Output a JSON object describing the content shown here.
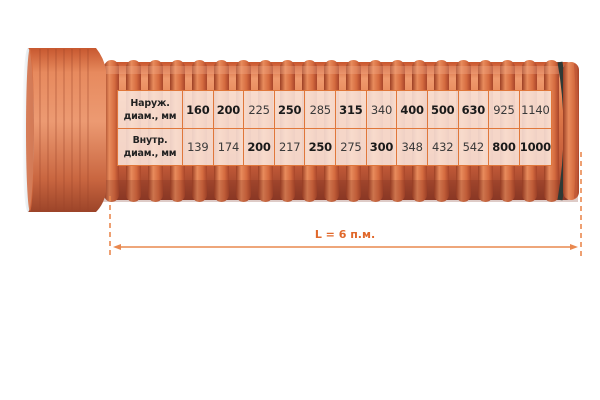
{
  "diagram": {
    "subject": "corrugated-pipe-with-socket",
    "colors": {
      "pipe_orange": "#d9693a",
      "pipe_dark": "#a8452a",
      "pipe_light": "#ee9a70",
      "table_border": "#e0773a",
      "table_fill": "#fae8de",
      "dimension_line": "#e9884f",
      "dimension_text": "#e0682b",
      "seal_ring": "#2f3a36"
    },
    "table": {
      "rows": [
        {
          "label_line1": "Наруж.",
          "label_line2": "диам., мм",
          "values": [
            {
              "v": "160",
              "bold": true
            },
            {
              "v": "200",
              "bold": true
            },
            {
              "v": "225",
              "bold": false
            },
            {
              "v": "250",
              "bold": true
            },
            {
              "v": "285",
              "bold": false
            },
            {
              "v": "315",
              "bold": true
            },
            {
              "v": "340",
              "bold": false
            },
            {
              "v": "400",
              "bold": true
            },
            {
              "v": "500",
              "bold": true
            },
            {
              "v": "630",
              "bold": true
            },
            {
              "v": "925",
              "bold": false
            },
            {
              "v": "1140",
              "bold": false
            }
          ]
        },
        {
          "label_line1": "Внутр.",
          "label_line2": "диам., мм",
          "values": [
            {
              "v": "139",
              "bold": false
            },
            {
              "v": "174",
              "bold": false
            },
            {
              "v": "200",
              "bold": true
            },
            {
              "v": "217",
              "bold": false
            },
            {
              "v": "250",
              "bold": true
            },
            {
              "v": "275",
              "bold": false
            },
            {
              "v": "300",
              "bold": true
            },
            {
              "v": "348",
              "bold": false
            },
            {
              "v": "432",
              "bold": false
            },
            {
              "v": "542",
              "bold": false
            },
            {
              "v": "800",
              "bold": true
            },
            {
              "v": "1000",
              "bold": true
            }
          ]
        }
      ]
    },
    "dimension": {
      "label": "L = 6 п.м."
    }
  }
}
